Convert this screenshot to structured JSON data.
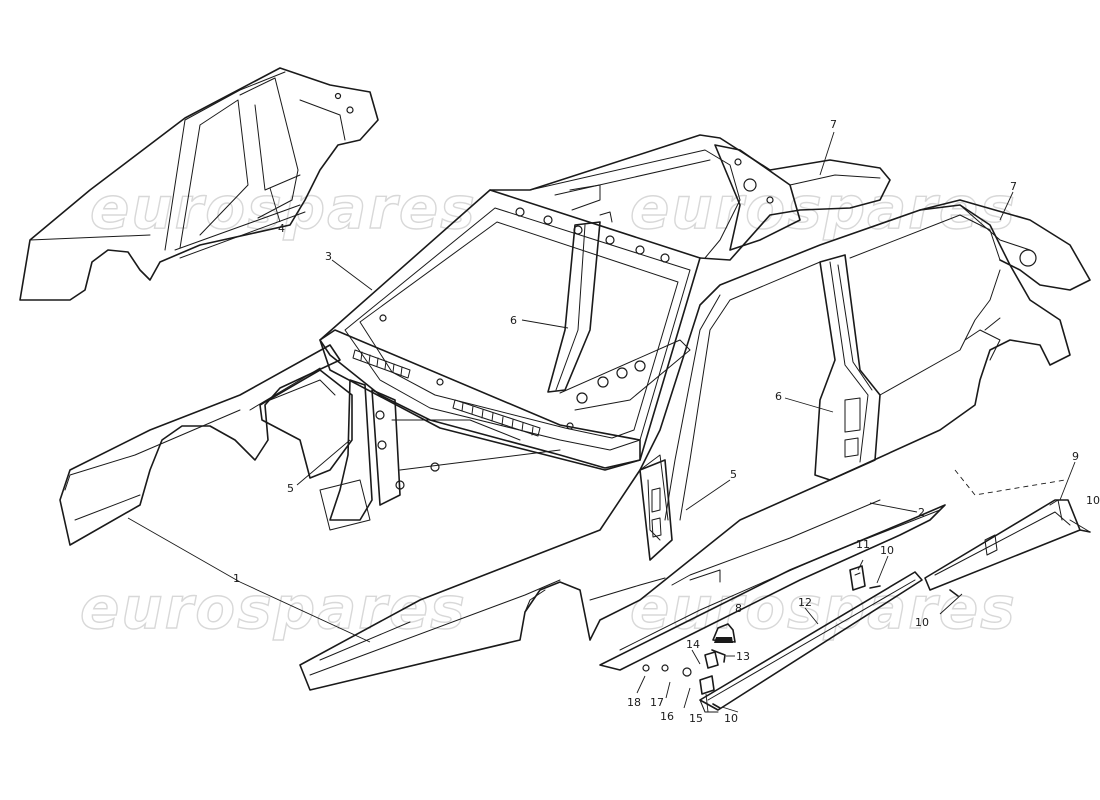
{
  "watermark": {
    "text": "eurospares"
  },
  "callouts": {
    "c1": "1",
    "c2": "2",
    "c3": "3",
    "c4": "4",
    "c5a": "5",
    "c5b": "5",
    "c6a": "6",
    "c6b": "6",
    "c7a": "7",
    "c7b": "7",
    "c8": "8",
    "c9": "9",
    "c10a": "10",
    "c10b": "10",
    "c10c": "10",
    "c10d": "10",
    "c11": "11",
    "c12": "12",
    "c13": "13",
    "c14": "14",
    "c15": "15",
    "c16": "16",
    "c17": "17",
    "c18": "18"
  }
}
